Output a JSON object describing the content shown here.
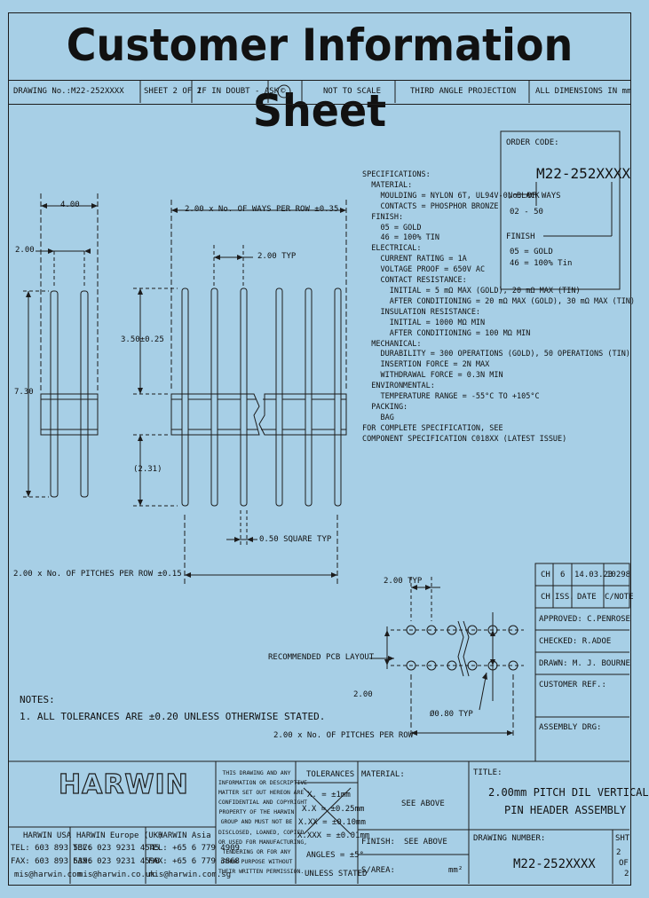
{
  "title": "Customer Information Sheet",
  "header": {
    "drawing_no": "DRAWING No.:M22-252XXXX",
    "sheet": "SHEET 2 OF 2",
    "if_in_doubt": "IF IN DOUBT - ASK",
    "copyright": "©",
    "not_to_scale": "NOT TO SCALE",
    "projection": "THIRD ANGLE PROJECTION",
    "dimensions": "ALL DIMENSIONS IN mm"
  },
  "order_code": {
    "label": "ORDER CODE:",
    "code": "M22-252XXXX",
    "ways_label": "No. OF WAYS",
    "ways_range": "02 - 50",
    "finish_label": "FINISH",
    "finish_05": "05 = GOLD",
    "finish_46": "46 = 100% Tin"
  },
  "specifications": [
    "SPECIFICATIONS:",
    "  MATERIAL:",
    "    MOULDING = NYLON 6T, UL94V-0, BLACK",
    "    CONTACTS = PHOSPHOR BRONZE",
    "  FINISH:",
    "    05 = GOLD",
    "    46 = 100% TIN",
    "  ELECTRICAL:",
    "    CURRENT RATING = 1A",
    "    VOLTAGE PROOF = 650V AC",
    "    CONTACT RESISTANCE:",
    "      INITIAL = 5 mΩ MAX (GOLD), 20 mΩ MAX (TIN)",
    "      AFTER CONDITIONING = 20 mΩ MAX (GOLD), 30 mΩ MAX (TIN)",
    "    INSULATION RESISTANCE:",
    "      INITIAL = 1000 MΩ MIN",
    "      AFTER CONDITIONING = 100 MΩ MIN",
    "  MECHANICAL:",
    "    DURABILITY = 300 OPERATIONS (GOLD), 50 OPERATIONS (TIN)",
    "    INSERTION FORCE = 2N MAX",
    "    WITHDRAWAL FORCE = 0.3N MIN",
    "  ENVIRONMENTAL:",
    "    TEMPERATURE RANGE = -55°C TO +105°C",
    "  PACKING:",
    "    BAG",
    "FOR COMPLETE SPECIFICATION, SEE",
    "COMPONENT SPECIFICATION C018XX (LATEST ISSUE)"
  ],
  "dimensions": {
    "width_4": "4.00",
    "pitch_2": "2.00",
    "height_730": "7.30",
    "ways_row": "2.00 x No. OF WAYS PER ROW ±0.35",
    "typ_2": "2.00 TYP",
    "h_350": "3.50±0.25",
    "h_231": "(2.31)",
    "square": "0.50 SQUARE TYP",
    "pitches_row": "2.00 x No. OF PITCHES PER ROW ±0.15",
    "pcb_typ": "2.00 TYP",
    "pcb_label": "RECOMMENDED PCB LAYOUT",
    "pcb_200": "2.00",
    "hole": "Ø0.80 TYP",
    "pcb_pitches": "2.00 x No. OF PITCHES PER ROW"
  },
  "notes": {
    "heading": "NOTES:",
    "note1": "1. ALL TOLERANCES ARE ±0.20 UNLESS OTHERWISE STATED."
  },
  "revision": {
    "ch": "CH",
    "iss_no": "6",
    "date": "14.03.23",
    "cn": "10298",
    "hdr_ch": "CH",
    "hdr_iss": "ISS.",
    "hdr_date": "DATE",
    "hdr_cn": "C/NOTE"
  },
  "approvals": {
    "approved": "APPROVED: C.PENROSE",
    "checked": "CHECKED: R.ADOE",
    "drawn": "DRAWN: M. J. BOURNE",
    "customer_ref": "CUSTOMER REF.:",
    "assembly": "ASSEMBLY DRG:"
  },
  "company": {
    "logo": "HARWIN",
    "uk_h": "HARWIN USA",
    "uk_tel": "TEL: 603 893 5376",
    "uk_fax": "FAX: 603 893 5396",
    "uk_mail": "mis@harwin.com",
    "eu_h": "HARWIN Europe (UK)",
    "eu_tel": "TEL: 023 9231 4545",
    "eu_fax": "FAX: 023 9231 4590",
    "eu_mail": "mis@harwin.co.uk",
    "as_h": "HARWIN Asia",
    "as_tel": "TEL: +65 6 779 4909",
    "as_fax": "FAX: +65 6 779 3868",
    "as_mail": "mis@harwin.com.sg"
  },
  "legal": [
    "THIS DRAWING AND ANY",
    "INFORMATION OR DESCRIPTIVE",
    "MATTER SET OUT HEREON ARE",
    "CONFIDENTIAL AND COPYRIGHT",
    "PROPERTY OF THE HARWIN",
    "GROUP AND MUST NOT BE",
    "DISCLOSED, LOANED, COPIED",
    "OR USED FOR MANUFACTURING,",
    "TENDERING OR FOR ANY",
    "OTHER PURPOSE WITHOUT",
    "THEIR WRITTEN PERMISSION."
  ],
  "tolerances": {
    "heading": "TOLERANCES",
    "x": "X. = ±1mm",
    "xx": "X.X = ±0.25mm",
    "xxx": "X.XX = ±0.10mm",
    "xxxx": "X.XXX = ±0.01mm",
    "angles": "ANGLES = ±5°",
    "unless": "UNLESS STATED"
  },
  "material": {
    "label": "MATERIAL:",
    "value": "SEE ABOVE",
    "finish_label": "FINISH:",
    "finish_value": "SEE ABOVE",
    "area_label": "S/AREA:",
    "area_unit": "mm²"
  },
  "title_block": {
    "label": "TITLE:",
    "line1": "2.00mm PITCH DIL VERTICAL",
    "line2": "PIN HEADER ASSEMBLY",
    "dwg_label": "DRAWING NUMBER:",
    "dwg_no": "M22-252XXXX",
    "sht_label": "SHT",
    "sht_num": "2",
    "sht_of": "OF",
    "sht_total": "2"
  }
}
